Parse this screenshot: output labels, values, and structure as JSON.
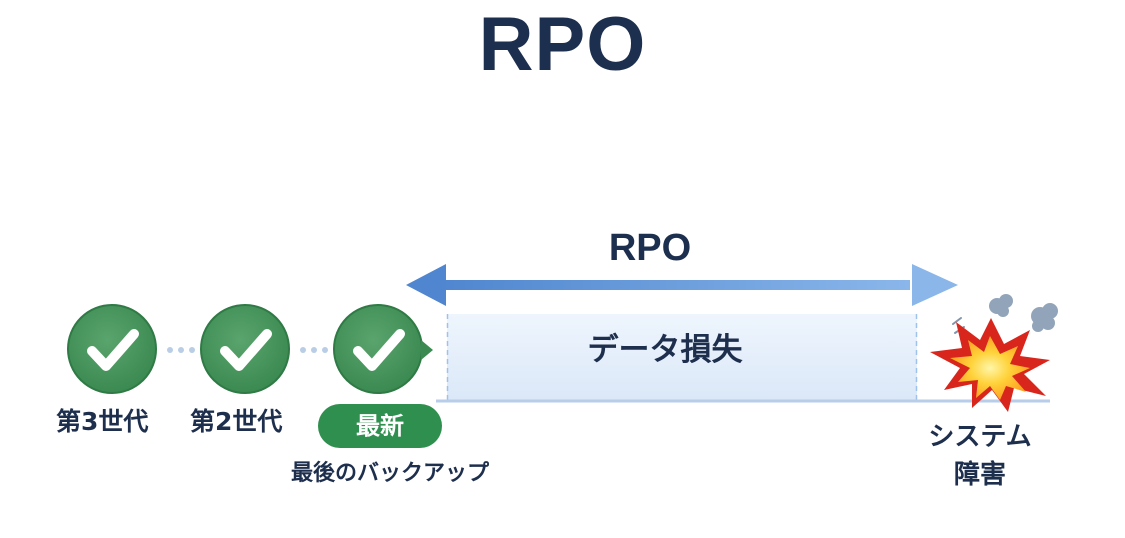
{
  "title": "RPO",
  "interval": {
    "label": "RPO",
    "loss_label": "データ損失"
  },
  "backups": [
    {
      "label": "第3世代",
      "icon": "check-circle-icon"
    },
    {
      "label": "第2世代",
      "icon": "check-circle-icon"
    },
    {
      "label": "最新",
      "caption": "最後のバックアップ",
      "icon": "check-circle-icon"
    }
  ],
  "failure": {
    "label_line1": "システム",
    "label_line2": "障害",
    "icon": "explosion-icon"
  },
  "colors": {
    "title": "#1d2f4e",
    "check_green": "#3a8a52",
    "badge_green": "#2f8f4e",
    "arrow_blue": "#5b8fd4",
    "loss_fill": "#e6f0fb",
    "explosion_red": "#d8261c",
    "explosion_yellow": "#ffd73a"
  }
}
